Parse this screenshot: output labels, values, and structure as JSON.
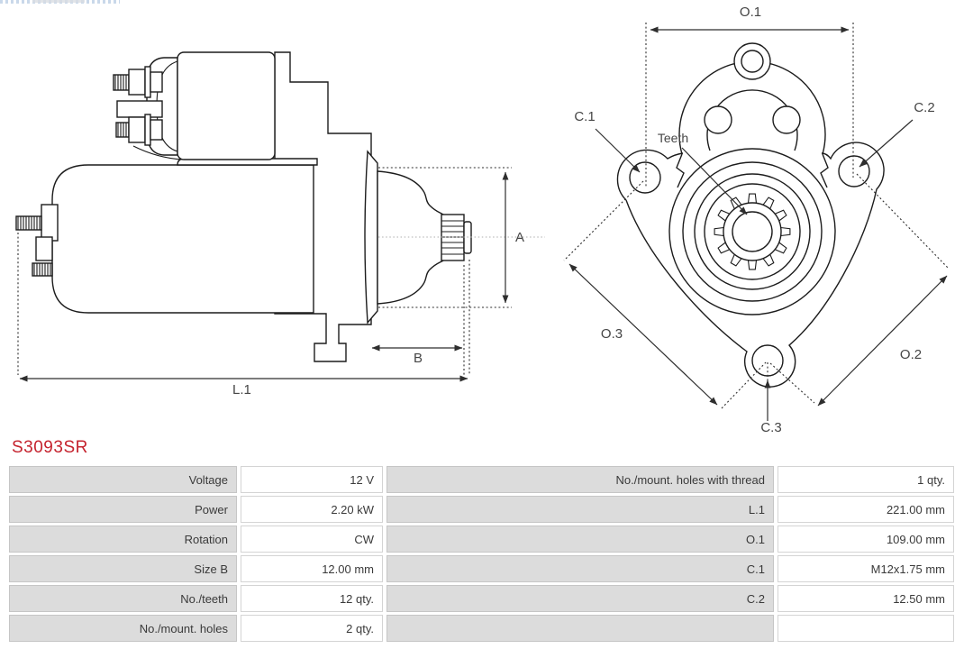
{
  "part_number": "S3093SR",
  "colors": {
    "part_number_red": "#c5232e",
    "diagram_line": "#1c1c1c",
    "dimension_text": "#454545",
    "table_label_bg": "#dcdcdc"
  },
  "diagrams": {
    "side_view": {
      "labels": {
        "a": "A",
        "b": "B",
        "l1": "L.1"
      }
    },
    "front_view": {
      "labels": {
        "o1": "O.1",
        "o2": "O.2",
        "o3": "O.3",
        "c1": "C.1",
        "c2": "C.2",
        "c3": "C.3",
        "teeth": "Teeth"
      }
    }
  },
  "table": {
    "rows": [
      {
        "label_left": "Voltage",
        "value_left": "12 V",
        "label_right": "No./mount. holes with thread",
        "value_right": "1 qty."
      },
      {
        "label_left": "Power",
        "value_left": "2.20 kW",
        "label_right": "L.1",
        "value_right": "221.00 mm"
      },
      {
        "label_left": "Rotation",
        "value_left": "CW",
        "label_right": "O.1",
        "value_right": "109.00 mm"
      },
      {
        "label_left": "Size B",
        "value_left": "12.00 mm",
        "label_right": "C.1",
        "value_right": "M12x1.75 mm"
      },
      {
        "label_left": "No./teeth",
        "value_left": "12 qty.",
        "label_right": "C.2",
        "value_right": "12.50 mm"
      },
      {
        "label_left": "No./mount. holes",
        "value_left": "2 qty.",
        "label_right": "",
        "value_right": ""
      }
    ]
  }
}
